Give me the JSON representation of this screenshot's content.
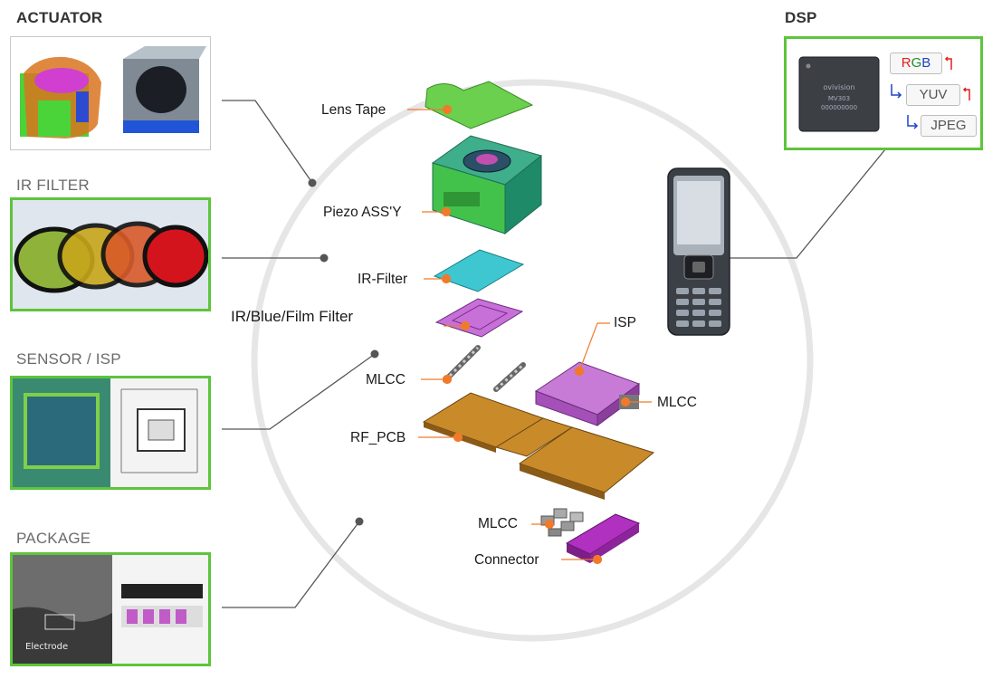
{
  "sections": {
    "actuator": "ACTUATOR",
    "ir_filter": "IR FILTER",
    "sensor_isp": "SENSOR / ISP",
    "package": "PACKAGE",
    "dsp": "DSP"
  },
  "components": {
    "lens_tape": "Lens Tape",
    "piezo": "Piezo ASS'Y",
    "ir_filter": "IR-Filter",
    "ir_blue_film": "IR/Blue/Film Filter",
    "mlcc_top": "MLCC",
    "isp": "ISP",
    "mlcc_right": "MLCC",
    "rf_pcb": "RF_PCB",
    "mlcc_bottom": "MLCC",
    "connector": "Connector"
  },
  "dsp": {
    "formats": [
      "RGB",
      "YUV",
      "JPEG"
    ],
    "chip_brand": "ovivision",
    "chip_part": "MV303",
    "chip_code": "000000000"
  },
  "package_image": {
    "text": "Electrode"
  },
  "colors": {
    "frame_green": "#5ec43c",
    "callout_dot": "#f07a2a",
    "connector_line": "#555555",
    "circle": "#e6e6e6",
    "rgb_r": "#e0201b",
    "rgb_g": "#1b8e2a",
    "rgb_b": "#1b43c8"
  },
  "icons": [
    "arrow-icon",
    "phone-icon",
    "chip-icon"
  ]
}
